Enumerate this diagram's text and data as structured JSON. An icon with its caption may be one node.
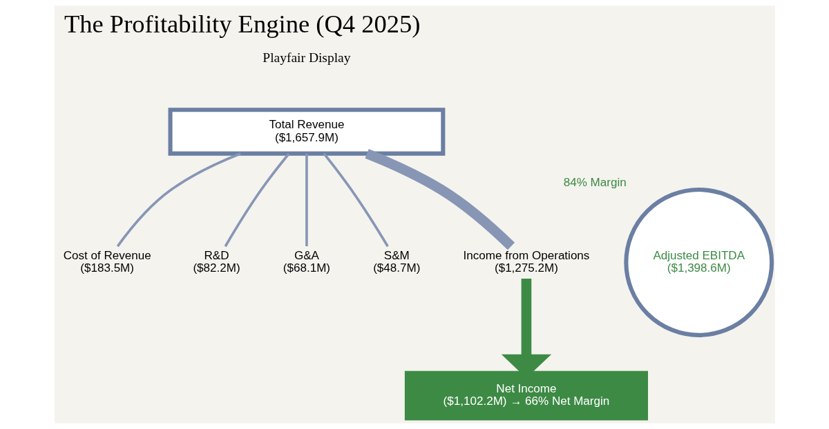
{
  "diagram": {
    "title": "The Profitability Engine (Q4 2025)",
    "nodes": [
      {
        "text": [
          "Total Revenue",
          "($1,657.9M)"
        ]
      },
      {
        "text": [
          "Cost of Revenue",
          "($183.5M)"
        ]
      },
      {
        "text": [
          "R&D",
          "($82.2M)"
        ]
      },
      {
        "text": [
          "G&A",
          "($68.1M)"
        ]
      },
      {
        "text": [
          "S&M",
          "($48.7M)"
        ]
      },
      {
        "text": [
          "Income from Operations",
          "($1,275.2M)"
        ]
      },
      {
        "text": [
          "Net Income",
          "($1,102.2M) → 66% Net Margin"
        ]
      },
      {
        "text": [
          "Adjusted EBITDA",
          "($1,398.6M)"
        ],
        "beside": [
          "84% Margin"
        ]
      }
    ],
    "edges": [
      {
        "from": 0,
        "to": 1,
        "arrow": "none"
      },
      {
        "from": 0,
        "to": 2,
        "arrow": "none"
      },
      {
        "from": 0,
        "to": 3,
        "arrow": "none"
      },
      {
        "from": 0,
        "to": 4,
        "arrow": "none"
      },
      {
        "from": 0,
        "to": 5,
        "arrow": "none",
        "style": "thick"
      },
      {
        "from": 5,
        "to": 6,
        "arrow": "to",
        "style": "thick",
        "color": "#3d8a45"
      }
    ],
    "labels": [
      "Playfair Display"
    ]
  }
}
